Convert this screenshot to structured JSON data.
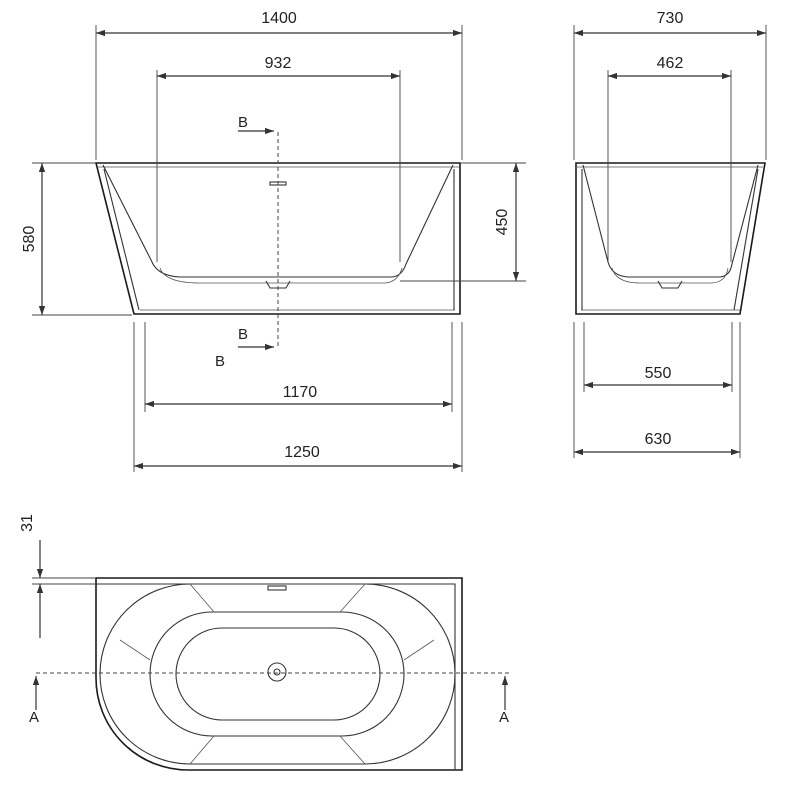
{
  "front_view": {
    "dim_overall_width": "1400",
    "dim_inner_width": "932",
    "dim_height": "580",
    "dim_inner_depth": "450",
    "dim_base_inner": "1170",
    "dim_base_outer": "1250",
    "section_mark": "B"
  },
  "side_view": {
    "dim_overall_width": "730",
    "dim_inner_width": "462",
    "dim_base_inner": "550",
    "dim_base_outer": "630"
  },
  "top_view": {
    "dim_rim": "31",
    "section_mark": "A"
  },
  "colors": {
    "line": "#1a1a1a",
    "background": "#ffffff"
  }
}
